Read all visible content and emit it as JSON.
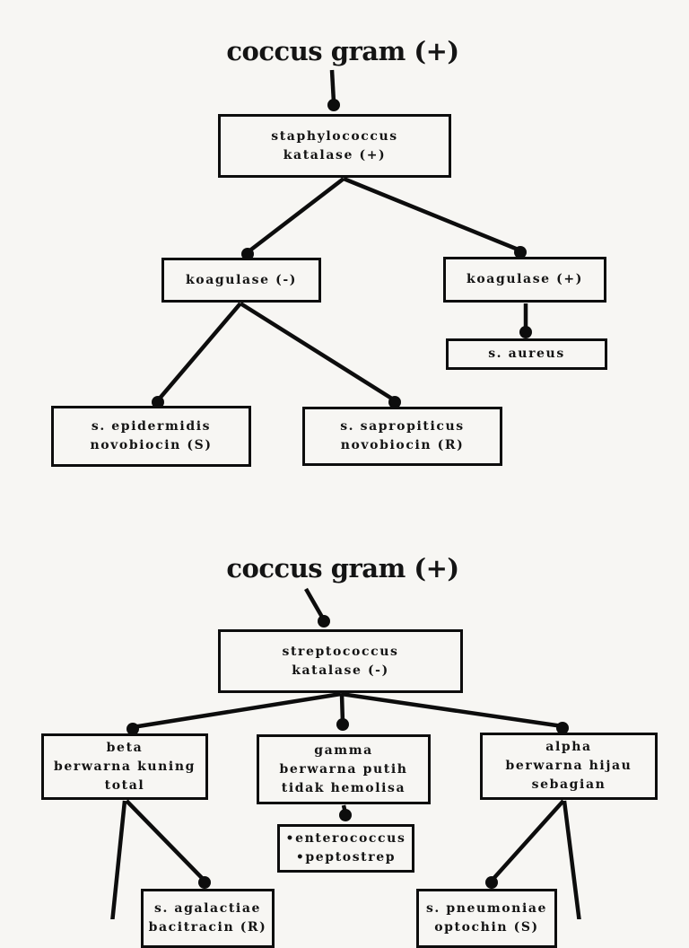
{
  "palette": {
    "background": "#f7f6f3",
    "ink": "#141414",
    "line_color": "#0d0d0d"
  },
  "tree_staph": {
    "title": "coccus gram (+)",
    "nodes": {
      "staphylococcus": {
        "line1": "staphylococcus",
        "line2": "katalase (+)"
      },
      "koagulase_neg": {
        "line1": "koagulase (-)"
      },
      "koagulase_pos": {
        "line1": "koagulase (+)"
      },
      "s_aureus": {
        "line1": "s. aureus"
      },
      "s_epidermidis": {
        "line1": "s. epidermidis",
        "line2": "novobiocin (S)"
      },
      "s_sapropiticus": {
        "line1": "s. sapropiticus",
        "line2": "novobiocin (R)"
      }
    }
  },
  "tree_strep": {
    "title": "coccus gram (+)",
    "nodes": {
      "streptococcus": {
        "line1": "streptococcus",
        "line2": "katalase (-)"
      },
      "beta": {
        "line1": "beta",
        "line2": "berwarna kuning",
        "line3": "total"
      },
      "gamma": {
        "line1": "gamma",
        "line2": "berwarna putih",
        "line3": "tidak hemolisa"
      },
      "alpha": {
        "line1": "alpha",
        "line2": "berwarna hijau",
        "line3": "sebagian"
      },
      "enterococcus_group": {
        "line1": "•enterococcus",
        "line2": "•peptostrep"
      },
      "s_agalactiae": {
        "line1": "s. agalactiae",
        "line2": "bacitracin (R)"
      },
      "s_pneumoniae": {
        "line1": "s. pneumoniae",
        "line2": "optochin (S)"
      }
    }
  }
}
